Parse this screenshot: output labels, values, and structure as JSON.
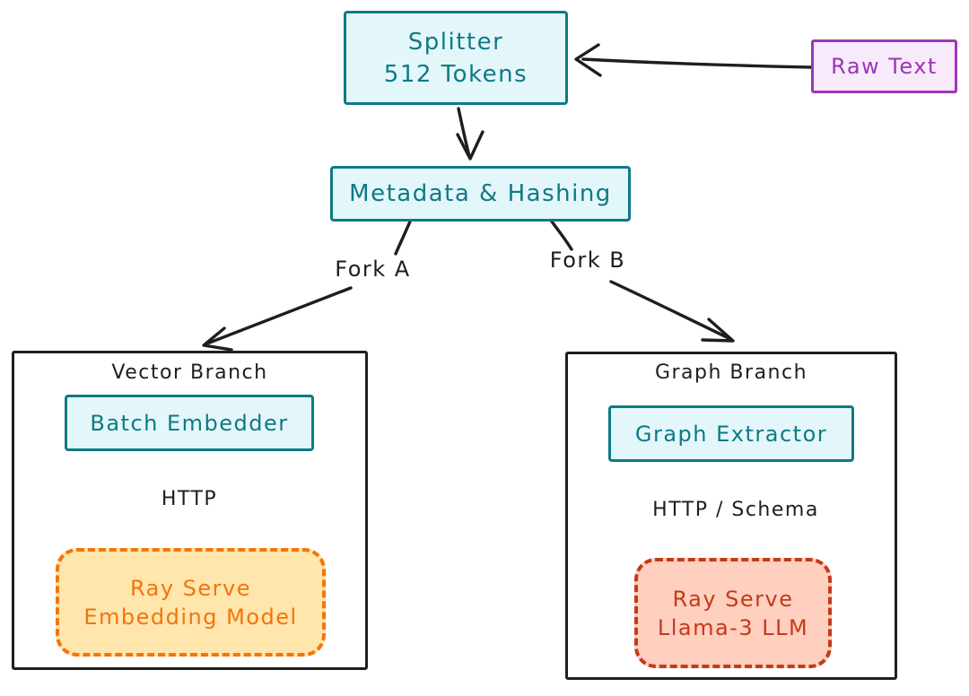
{
  "colors": {
    "teal_stroke": "#0e7a85",
    "teal_fill": "#e3f7fa",
    "teal_text": "#0f7985",
    "purple_stroke": "#9c36b5",
    "purple_fill": "#f7eafb",
    "orange_stroke": "#f4740c",
    "orange_fill": "#ffe6ac",
    "red_stroke": "#c43b18",
    "red_fill": "#ffcfbf",
    "ink": "#1e1e1e",
    "bg": "#ffffff"
  },
  "splitter": {
    "line1": "Splitter",
    "line2": "512 Tokens"
  },
  "raw_text": {
    "label": "Raw Text"
  },
  "metadata": {
    "label": "Metadata & Hashing"
  },
  "forks": {
    "a": "Fork A",
    "b": "Fork B"
  },
  "vector_branch": {
    "title": "Vector Branch",
    "embedder_label": "Batch Embedder",
    "edge_label": "HTTP",
    "ray_line1": "Ray Serve",
    "ray_line2": "Embedding Model"
  },
  "graph_branch": {
    "title": "Graph Branch",
    "extractor_label": "Graph Extractor",
    "edge_label": "HTTP / Schema",
    "ray_line1": "Ray Serve",
    "ray_line2": "Llama-3 LLM"
  }
}
